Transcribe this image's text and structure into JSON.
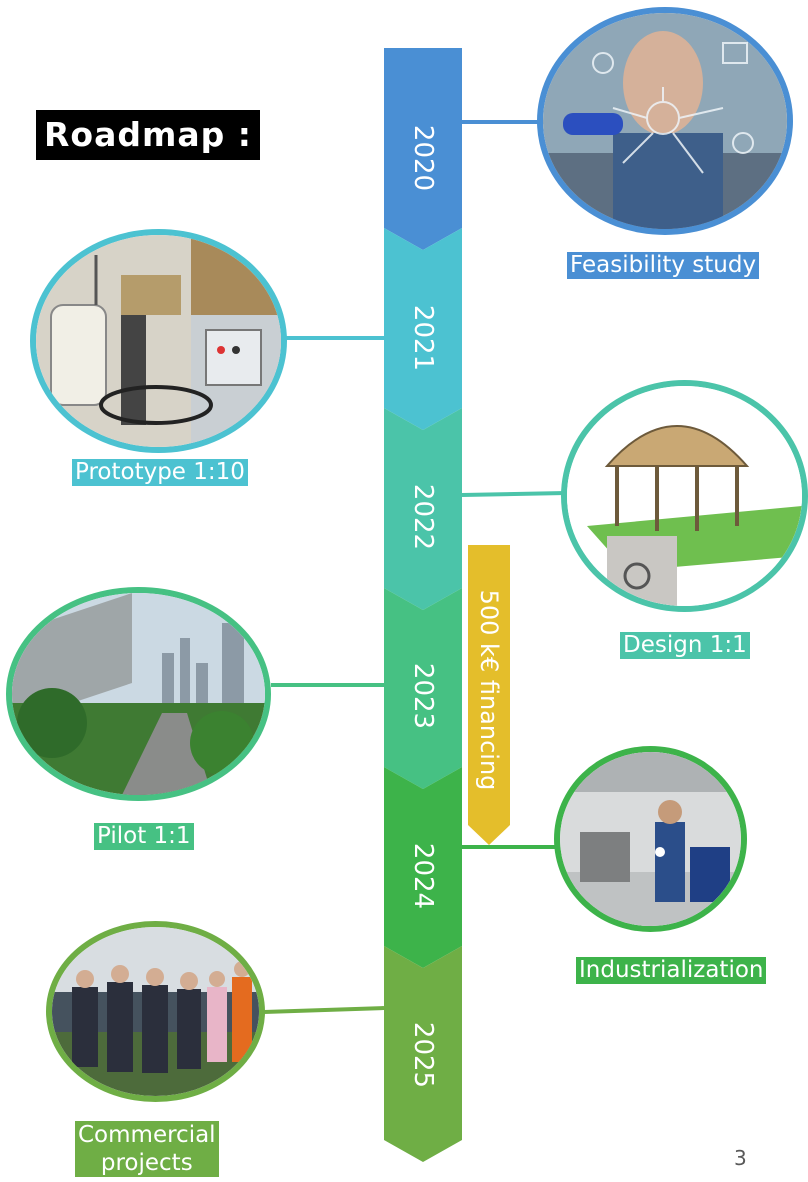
{
  "title": "Roadmap :",
  "timeline": {
    "years": [
      "2020",
      "2021",
      "2022",
      "2023",
      "2024",
      "2025"
    ],
    "colors": [
      "#4a8fd4",
      "#4cc2d1",
      "#4bc4a9",
      "#46c183",
      "#3db34a",
      "#6fae45"
    ]
  },
  "financing": {
    "label": "500 k€ financing",
    "color": "#e4be2b"
  },
  "milestones": [
    {
      "label": "Feasibility study",
      "year": "2020",
      "color": "#4a8fd4"
    },
    {
      "label": "Prototype 1:10",
      "year": "2021",
      "color": "#4cc2d1"
    },
    {
      "label": "Design 1:1",
      "year": "2022",
      "color": "#4bc4a9"
    },
    {
      "label": "Pilot 1:1",
      "year": "2023",
      "color": "#46c183"
    },
    {
      "label": "Industrialization",
      "year": "2024",
      "color": "#3db34a"
    },
    {
      "label": "Commercial\nprojects",
      "year": "2025",
      "color": "#6fae45"
    }
  ],
  "page_number": "3"
}
